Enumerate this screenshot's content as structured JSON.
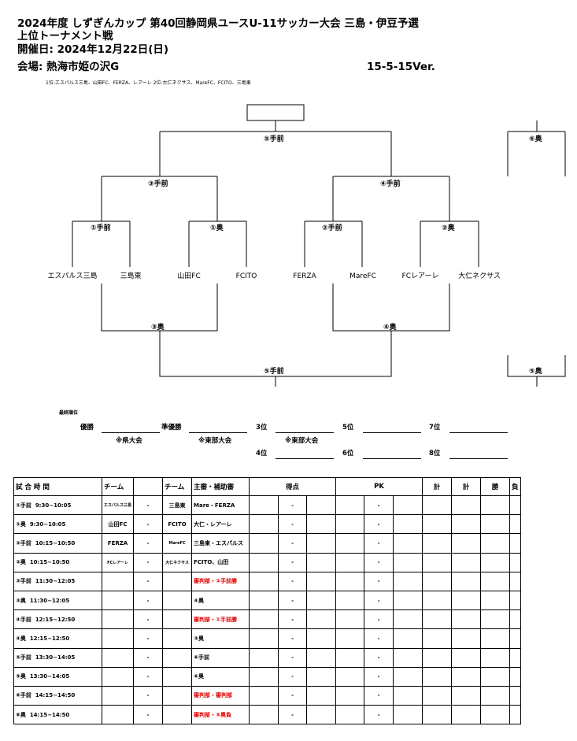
{
  "header": {
    "line1": "2024年度 しずぎんカップ 第40回静岡県ユースU-11サッカー大会 三島・伊豆予選",
    "line2": "上位トーナメント戦",
    "line3": "開催日: 2024年12月22日(日)",
    "line4": "会場: 熱海市姫の沢G",
    "version": "15-5-15Ver.",
    "note": "1位:エスパルス三島、山田FC、FERZA、レアーレ 2位:大仁ネクサス、MareFC、FCITO、三島東"
  },
  "bracket": {
    "labels": {
      "m1a": "①手前",
      "m1b": "①奥",
      "m2a": "②手前",
      "m2b": "②奥",
      "m3a": "③手前",
      "m4a": "④手前",
      "m5a": "⑤手前",
      "m6b": "⑥奥",
      "m3b": "③奥",
      "m4b": "④奥",
      "m5b_low": "⑤手前",
      "m5b_right": "⑤奥"
    },
    "teams": [
      "エスパルス三島",
      "三島東",
      "山田FC",
      "FCITO",
      "FERZA",
      "MareFC",
      "FCレアーレ",
      "大仁ネクサス"
    ]
  },
  "ranking": {
    "title": "最終順位",
    "winner": "優勝",
    "runner_up": "準優勝",
    "third": "3位",
    "fourth": "4位",
    "fifth": "5位",
    "sixth": "6位",
    "seventh": "7位",
    "eighth": "8位",
    "winner_note": "※県大会",
    "runner_up_note": "※東部大会",
    "third_note": "※東部大会"
  },
  "schedule": {
    "headers": [
      "試 合 時 間",
      "チーム",
      "",
      "チーム",
      "主審・補助審",
      "得点",
      "PK",
      "計",
      "計",
      "勝",
      "負"
    ],
    "rows": [
      {
        "match": "①手前",
        "time": "9:30~10:05",
        "team1": "エスパルス三島",
        "dash": "-",
        "team2": "三島東",
        "ref": "Mare・FERZA",
        "red": false,
        "sdash": "-",
        "pkdash": "-"
      },
      {
        "match": "①奥",
        "time": "9:30~10:05",
        "team1": "山田FC",
        "dash": "-",
        "team2": "FCITO",
        "ref": "大仁・レアーレ",
        "red": false,
        "sdash": "-",
        "pkdash": "-"
      },
      {
        "match": "②手前",
        "time": "10:15~10:50",
        "team1": "FERZA",
        "dash": "-",
        "team2": "MareFC",
        "ref": "三島東・エスパルス",
        "red": false,
        "sdash": "-",
        "pkdash": "-"
      },
      {
        "match": "②奥",
        "time": "10:15~10:50",
        "team1": "FCレアーレ",
        "dash": "-",
        "team2": "大仁ネクサス",
        "ref": "FCITO、山田",
        "red": false,
        "sdash": "-",
        "pkdash": "-"
      },
      {
        "match": "③手前",
        "time": "11:30~12:05",
        "team1": "",
        "dash": "-",
        "team2": "",
        "ref": "審判部・②手前勝",
        "red": true,
        "sdash": "-",
        "pkdash": "-"
      },
      {
        "match": "③奥",
        "time": "11:30~12:05",
        "team1": "",
        "dash": "-",
        "team2": "",
        "ref": "④奥",
        "red": false,
        "sdash": "-",
        "pkdash": "-"
      },
      {
        "match": "④手前",
        "time": "12:15~12:50",
        "team1": "",
        "dash": "-",
        "team2": "",
        "ref": "審判部・①手前勝",
        "red": true,
        "sdash": "-",
        "pkdash": "-"
      },
      {
        "match": "④奥",
        "time": "12:15~12:50",
        "team1": "",
        "dash": "-",
        "team2": "",
        "ref": "③奥",
        "red": false,
        "sdash": "-",
        "pkdash": "-"
      },
      {
        "match": "⑤手前",
        "time": "13:30~14:05",
        "team1": "",
        "dash": "-",
        "team2": "",
        "ref": "⑥手前",
        "red": false,
        "sdash": "-",
        "pkdash": "-"
      },
      {
        "match": "⑤奥",
        "time": "13:30~14:05",
        "team1": "",
        "dash": "-",
        "team2": "",
        "ref": "⑥奥",
        "red": false,
        "sdash": "-",
        "pkdash": "-"
      },
      {
        "match": "⑥手前",
        "time": "14:15~14:50",
        "team1": "",
        "dash": "-",
        "team2": "",
        "ref": "審判部・審判部",
        "red": true,
        "sdash": "-",
        "pkdash": "-"
      },
      {
        "match": "⑥奥",
        "time": "14:15~14:50",
        "team1": "",
        "dash": "-",
        "team2": "",
        "ref": "審判部・⑤奥負",
        "red": true,
        "sdash": "-",
        "pkdash": "-"
      }
    ]
  }
}
